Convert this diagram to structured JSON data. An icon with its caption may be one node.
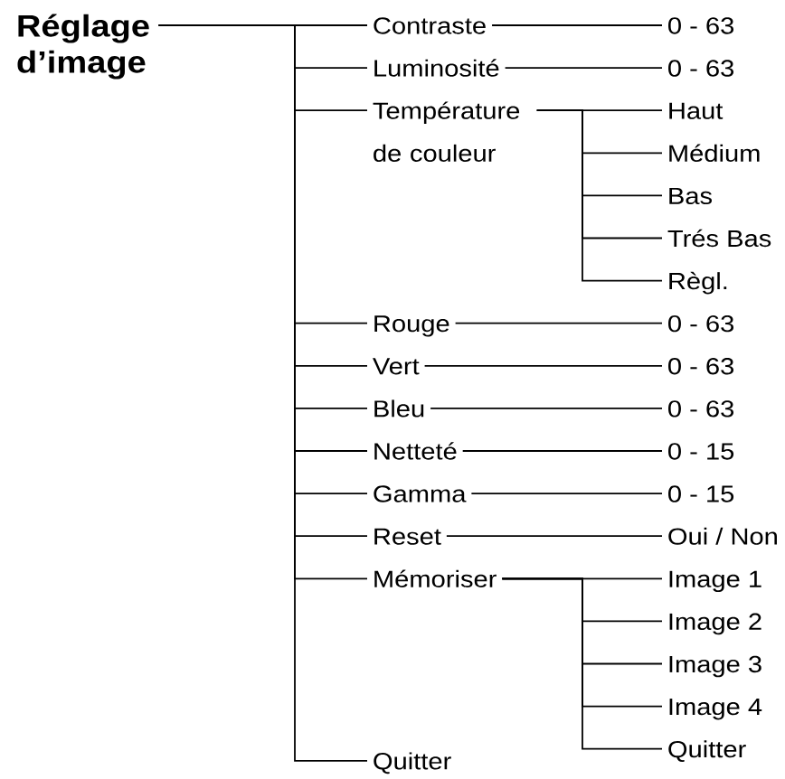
{
  "diagram": {
    "nodes": [
      {
        "text": [
          "Réglage d’image"
        ]
      },
      {
        "text": [
          "Contraste"
        ]
      },
      {
        "text": [
          "0 - 63"
        ]
      },
      {
        "text": [
          "Luminosité"
        ]
      },
      {
        "text": [
          "0 - 63"
        ]
      },
      {
        "text": [
          "Température de couleur"
        ]
      },
      {
        "text": [
          "Haut"
        ]
      },
      {
        "text": [
          "Médium"
        ]
      },
      {
        "text": [
          "Bas"
        ]
      },
      {
        "text": [
          "Trés Bas"
        ]
      },
      {
        "text": [
          "Règl."
        ]
      },
      {
        "text": [
          "Rouge"
        ]
      },
      {
        "text": [
          "0 - 63"
        ]
      },
      {
        "text": [
          "Vert"
        ]
      },
      {
        "text": [
          "0 - 63"
        ]
      },
      {
        "text": [
          "Bleu"
        ]
      },
      {
        "text": [
          "0 - 63"
        ]
      },
      {
        "text": [
          "Netteté"
        ]
      },
      {
        "text": [
          "0 - 15"
        ]
      },
      {
        "text": [
          "Gamma"
        ]
      },
      {
        "text": [
          "0 - 15"
        ]
      },
      {
        "text": [
          "Reset"
        ]
      },
      {
        "text": [
          "Oui / Non"
        ]
      },
      {
        "text": [
          "Mémoriser"
        ]
      },
      {
        "text": [
          "Image 1"
        ]
      },
      {
        "text": [
          "Image 2"
        ]
      },
      {
        "text": [
          "Image 3"
        ]
      },
      {
        "text": [
          "Image 4"
        ]
      },
      {
        "text": [
          "Quitter"
        ]
      },
      {
        "text": [
          "Quitter"
        ]
      }
    ],
    "edges": [
      {
        "from": 0,
        "to": 1,
        "arrow": "none"
      },
      {
        "from": 1,
        "to": 2,
        "arrow": "none"
      },
      {
        "from": 0,
        "to": 3,
        "arrow": "none"
      },
      {
        "from": 3,
        "to": 4,
        "arrow": "none"
      },
      {
        "from": 0,
        "to": 5,
        "arrow": "none"
      },
      {
        "from": 5,
        "to": 6,
        "arrow": "none"
      },
      {
        "from": 5,
        "to": 7,
        "arrow": "none"
      },
      {
        "from": 5,
        "to": 8,
        "arrow": "none"
      },
      {
        "from": 5,
        "to": 9,
        "arrow": "none"
      },
      {
        "from": 5,
        "to": 10,
        "arrow": "none"
      },
      {
        "from": 0,
        "to": 11,
        "arrow": "none"
      },
      {
        "from": 11,
        "to": 12,
        "arrow": "none"
      },
      {
        "from": 0,
        "to": 13,
        "arrow": "none"
      },
      {
        "from": 13,
        "to": 14,
        "arrow": "none"
      },
      {
        "from": 0,
        "to": 15,
        "arrow": "none"
      },
      {
        "from": 15,
        "to": 16,
        "arrow": "none"
      },
      {
        "from": 0,
        "to": 17,
        "arrow": "none"
      },
      {
        "from": 17,
        "to": 18,
        "arrow": "none"
      },
      {
        "from": 0,
        "to": 19,
        "arrow": "none"
      },
      {
        "from": 19,
        "to": 20,
        "arrow": "none"
      },
      {
        "from": 0,
        "to": 21,
        "arrow": "none"
      },
      {
        "from": 21,
        "to": 22,
        "arrow": "none"
      },
      {
        "from": 0,
        "to": 23,
        "arrow": "none"
      },
      {
        "from": 23,
        "to": 24,
        "arrow": "none"
      },
      {
        "from": 23,
        "to": 25,
        "arrow": "none"
      },
      {
        "from": 23,
        "to": 26,
        "arrow": "none"
      },
      {
        "from": 23,
        "to": 27,
        "arrow": "none"
      },
      {
        "from": 23,
        "to": 28,
        "arrow": "none"
      },
      {
        "from": 0,
        "to": 29,
        "arrow": "none"
      }
    ]
  }
}
